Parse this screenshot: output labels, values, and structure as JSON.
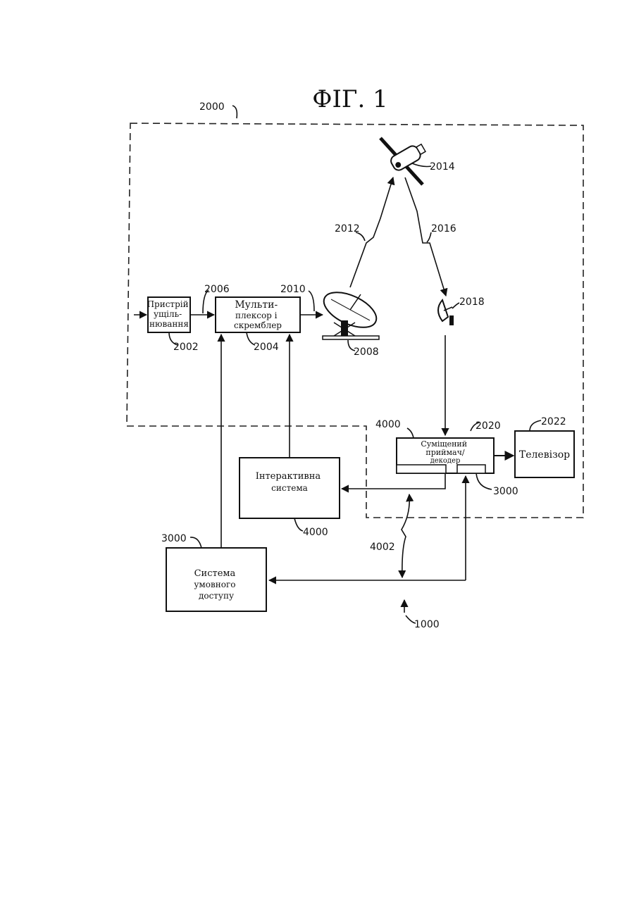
{
  "figure_title": "ФІГ. 1",
  "labels": {
    "r2000": "2000",
    "r2014": "2014",
    "r2012": "2012",
    "r2016": "2016",
    "r2006": "2006",
    "r2010": "2010",
    "r2018": "2018",
    "r2002": "2002",
    "r2004": "2004",
    "r2008": "2008",
    "r4000_top": "4000",
    "r2020": "2020",
    "r2022": "2022",
    "r3000_right": "3000",
    "r4000_bottom": "4000",
    "r3000_left": "3000",
    "r4002": "4002",
    "r1000": "1000"
  },
  "blocks": {
    "compressor": [
      "Пристрій",
      "ущіль-",
      "нювання"
    ],
    "multiplexer": [
      "Мульти-",
      "плексор і",
      "скремблер"
    ],
    "receiver": [
      "Суміщений",
      "приймач/",
      "декодер"
    ],
    "tv": "Телевізор",
    "interactive": [
      "Інтерактивна",
      "система"
    ],
    "access": [
      "Система",
      "умовного",
      "доступу"
    ]
  }
}
